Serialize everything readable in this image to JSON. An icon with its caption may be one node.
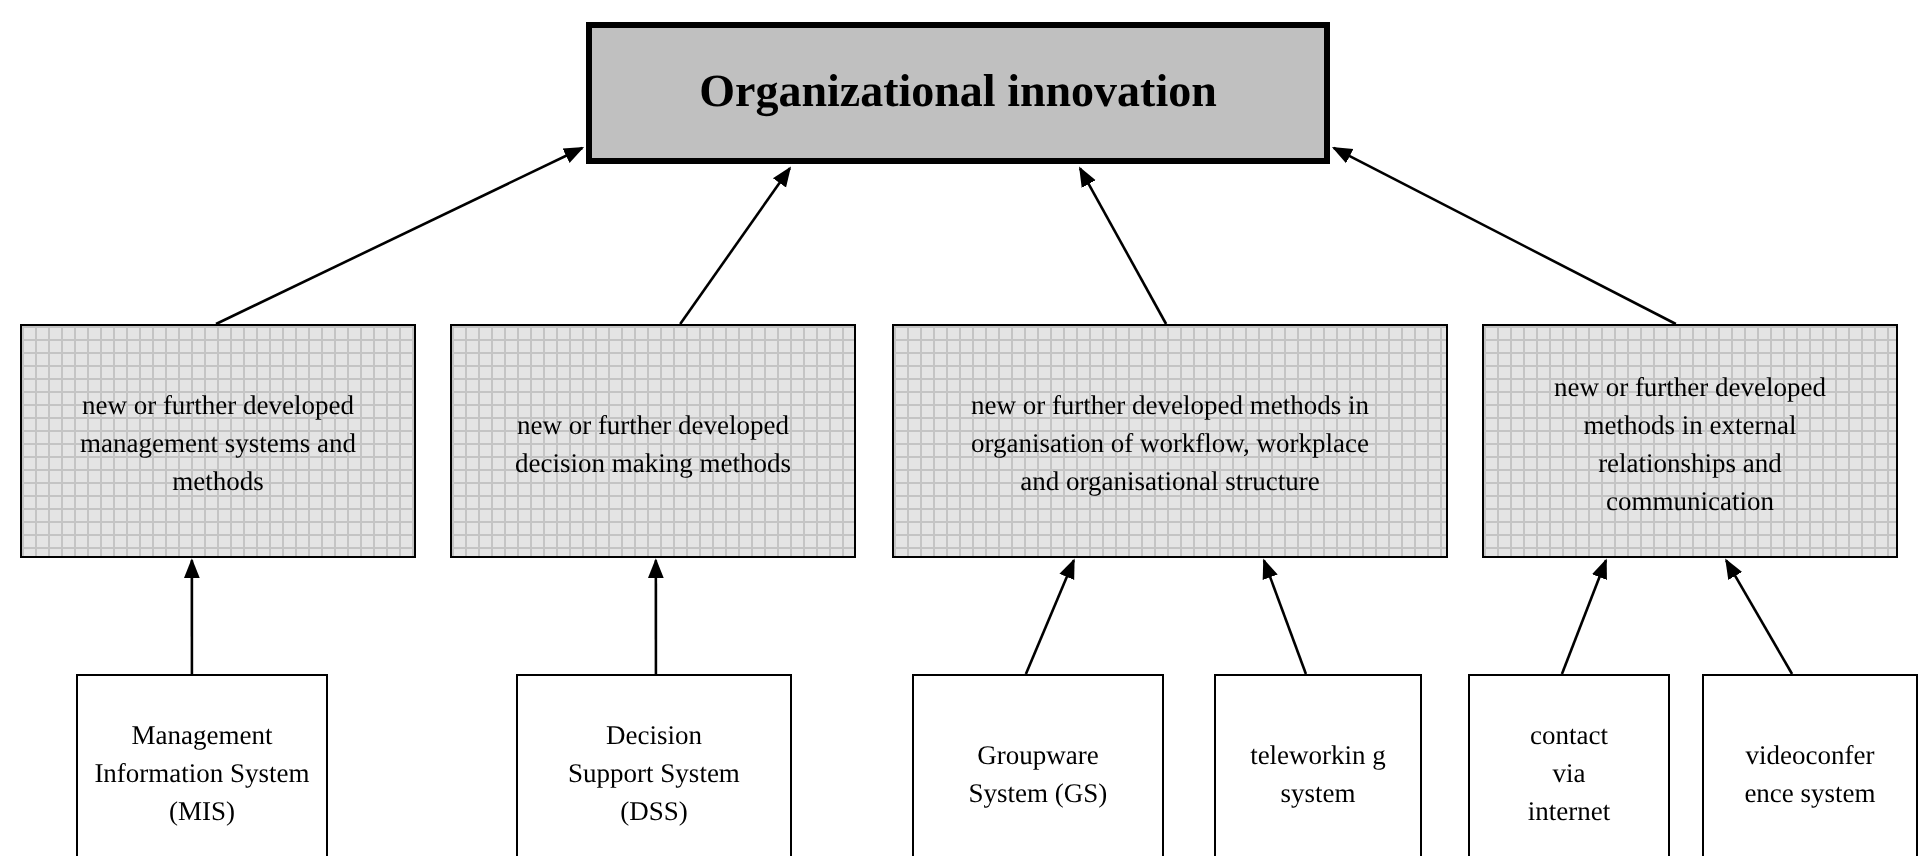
{
  "diagram": {
    "nodes": [
      {
        "text": [
          "Organizational innovation"
        ]
      },
      {
        "text": [
          "new or further developed management systems and methods"
        ]
      },
      {
        "text": [
          "new or further developed decision making methods"
        ]
      },
      {
        "text": [
          "new or further developed methods in organisation of workflow, workplace and organisational structure"
        ]
      },
      {
        "text": [
          "new or further developed methods in external relationships and communication"
        ]
      },
      {
        "text": [
          "Management Information System (MIS)"
        ]
      },
      {
        "text": [
          "Decision Support System (DSS)"
        ]
      },
      {
        "text": [
          "Groupware System (GS)"
        ]
      },
      {
        "text": [
          "teleworkin g system"
        ]
      },
      {
        "text": [
          "contact via internet"
        ]
      },
      {
        "text": [
          "videoconfer ence system"
        ]
      }
    ],
    "edges": [
      {
        "from": 1,
        "to": 0,
        "arrow": "to"
      },
      {
        "from": 2,
        "to": 0,
        "arrow": "to"
      },
      {
        "from": 3,
        "to": 0,
        "arrow": "to"
      },
      {
        "from": 4,
        "to": 0,
        "arrow": "to"
      },
      {
        "from": 5,
        "to": 1,
        "arrow": "to"
      },
      {
        "from": 6,
        "to": 2,
        "arrow": "to"
      },
      {
        "from": 7,
        "to": 3,
        "arrow": "to"
      },
      {
        "from": 8,
        "to": 3,
        "arrow": "to"
      },
      {
        "from": 9,
        "to": 4,
        "arrow": "to"
      },
      {
        "from": 10,
        "to": 4,
        "arrow": "to"
      }
    ]
  }
}
